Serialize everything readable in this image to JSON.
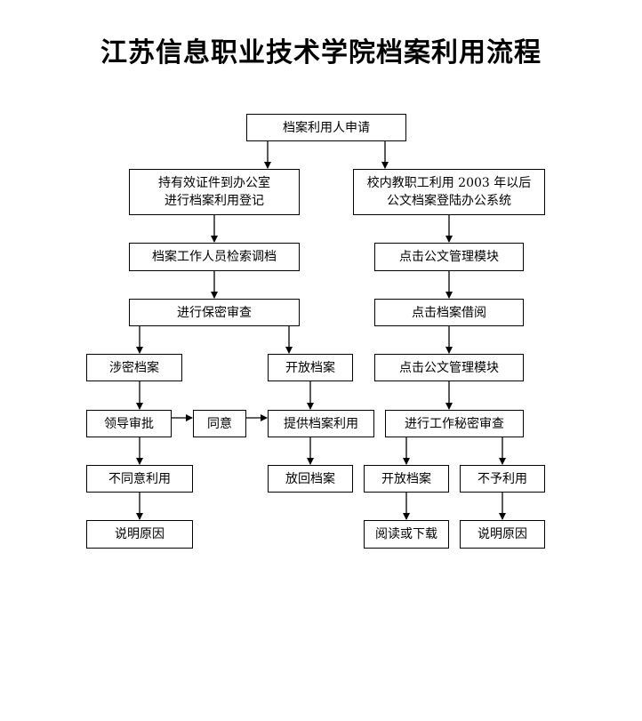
{
  "title": "江苏信息职业技术学院档案利用流程",
  "nodes": {
    "apply": "档案利用人申请",
    "hold_cert_l1": "持有效证件到办公室",
    "hold_cert_l2": "进行档案利用登记",
    "staff_l1": "校内教职工利用 2003 年以后",
    "staff_l2": "公文档案登陆办公系统",
    "retrieve": "档案工作人员检索调档",
    "click_doc_mgmt_1": "点击公文管理模块",
    "security_review": "进行保密审查",
    "click_borrow": "点击档案借阅",
    "classified": "涉密档案",
    "open_archive_left": "开放档案",
    "click_doc_mgmt_2": "点击公文管理模块",
    "leader_approve": "领导审批",
    "agree": "同意",
    "provide": "提供档案利用",
    "secretary_review": "进行工作秘密审查",
    "disagree": "不同意利用",
    "return_archive": "放回档案",
    "open_archive_right": "开放档案",
    "no_use": "不予利用",
    "explain_left": "说明原因",
    "read_download": "阅读或下载",
    "explain_right": "说明原因"
  }
}
